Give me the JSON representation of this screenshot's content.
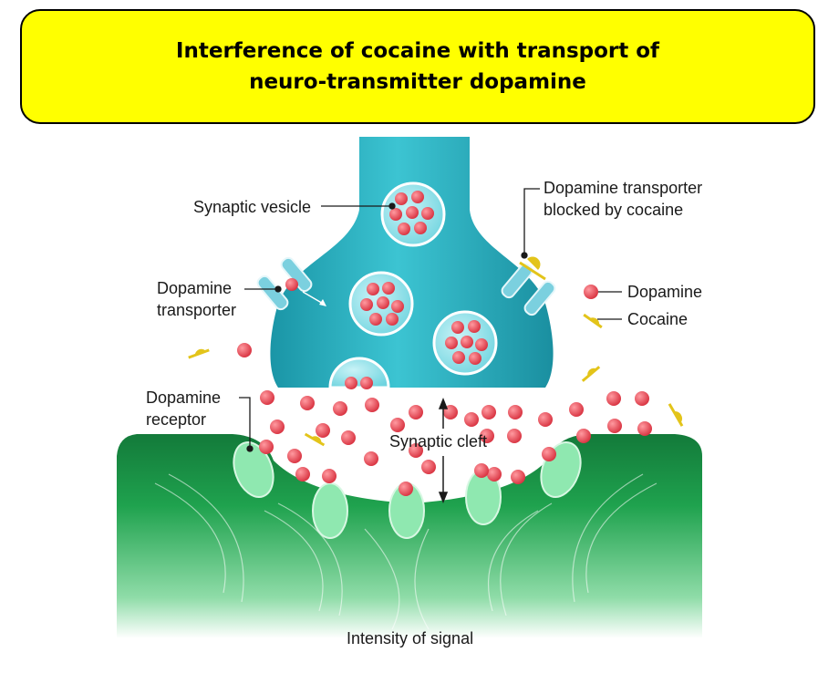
{
  "title": {
    "line1": "Interference of cocaine with transport of",
    "line2": "neuro-transmitter dopamine"
  },
  "labels": {
    "synaptic_vesicle": "Synaptic vesicle",
    "dopamine_transporter_line1": "Dopamine",
    "dopamine_transporter_line2": "transporter",
    "blocked_line1": "Dopamine transporter",
    "blocked_line2": "blocked by cocaine",
    "dopamine_receptor_line1": "Dopamine",
    "dopamine_receptor_line2": "receptor",
    "synaptic_cleft": "Synaptic cleft",
    "intensity": "Intensity of signal"
  },
  "legend": {
    "dopamine": "Dopamine",
    "cocaine": "Cocaine"
  },
  "colors": {
    "title_bg": "#ffff00",
    "presynaptic": "#2fb5c4",
    "postsynaptic": "#1e9e4a",
    "receptor": "#8fe8b0",
    "dopamine": "#e8505b",
    "cocaine": "#e3c41a"
  }
}
